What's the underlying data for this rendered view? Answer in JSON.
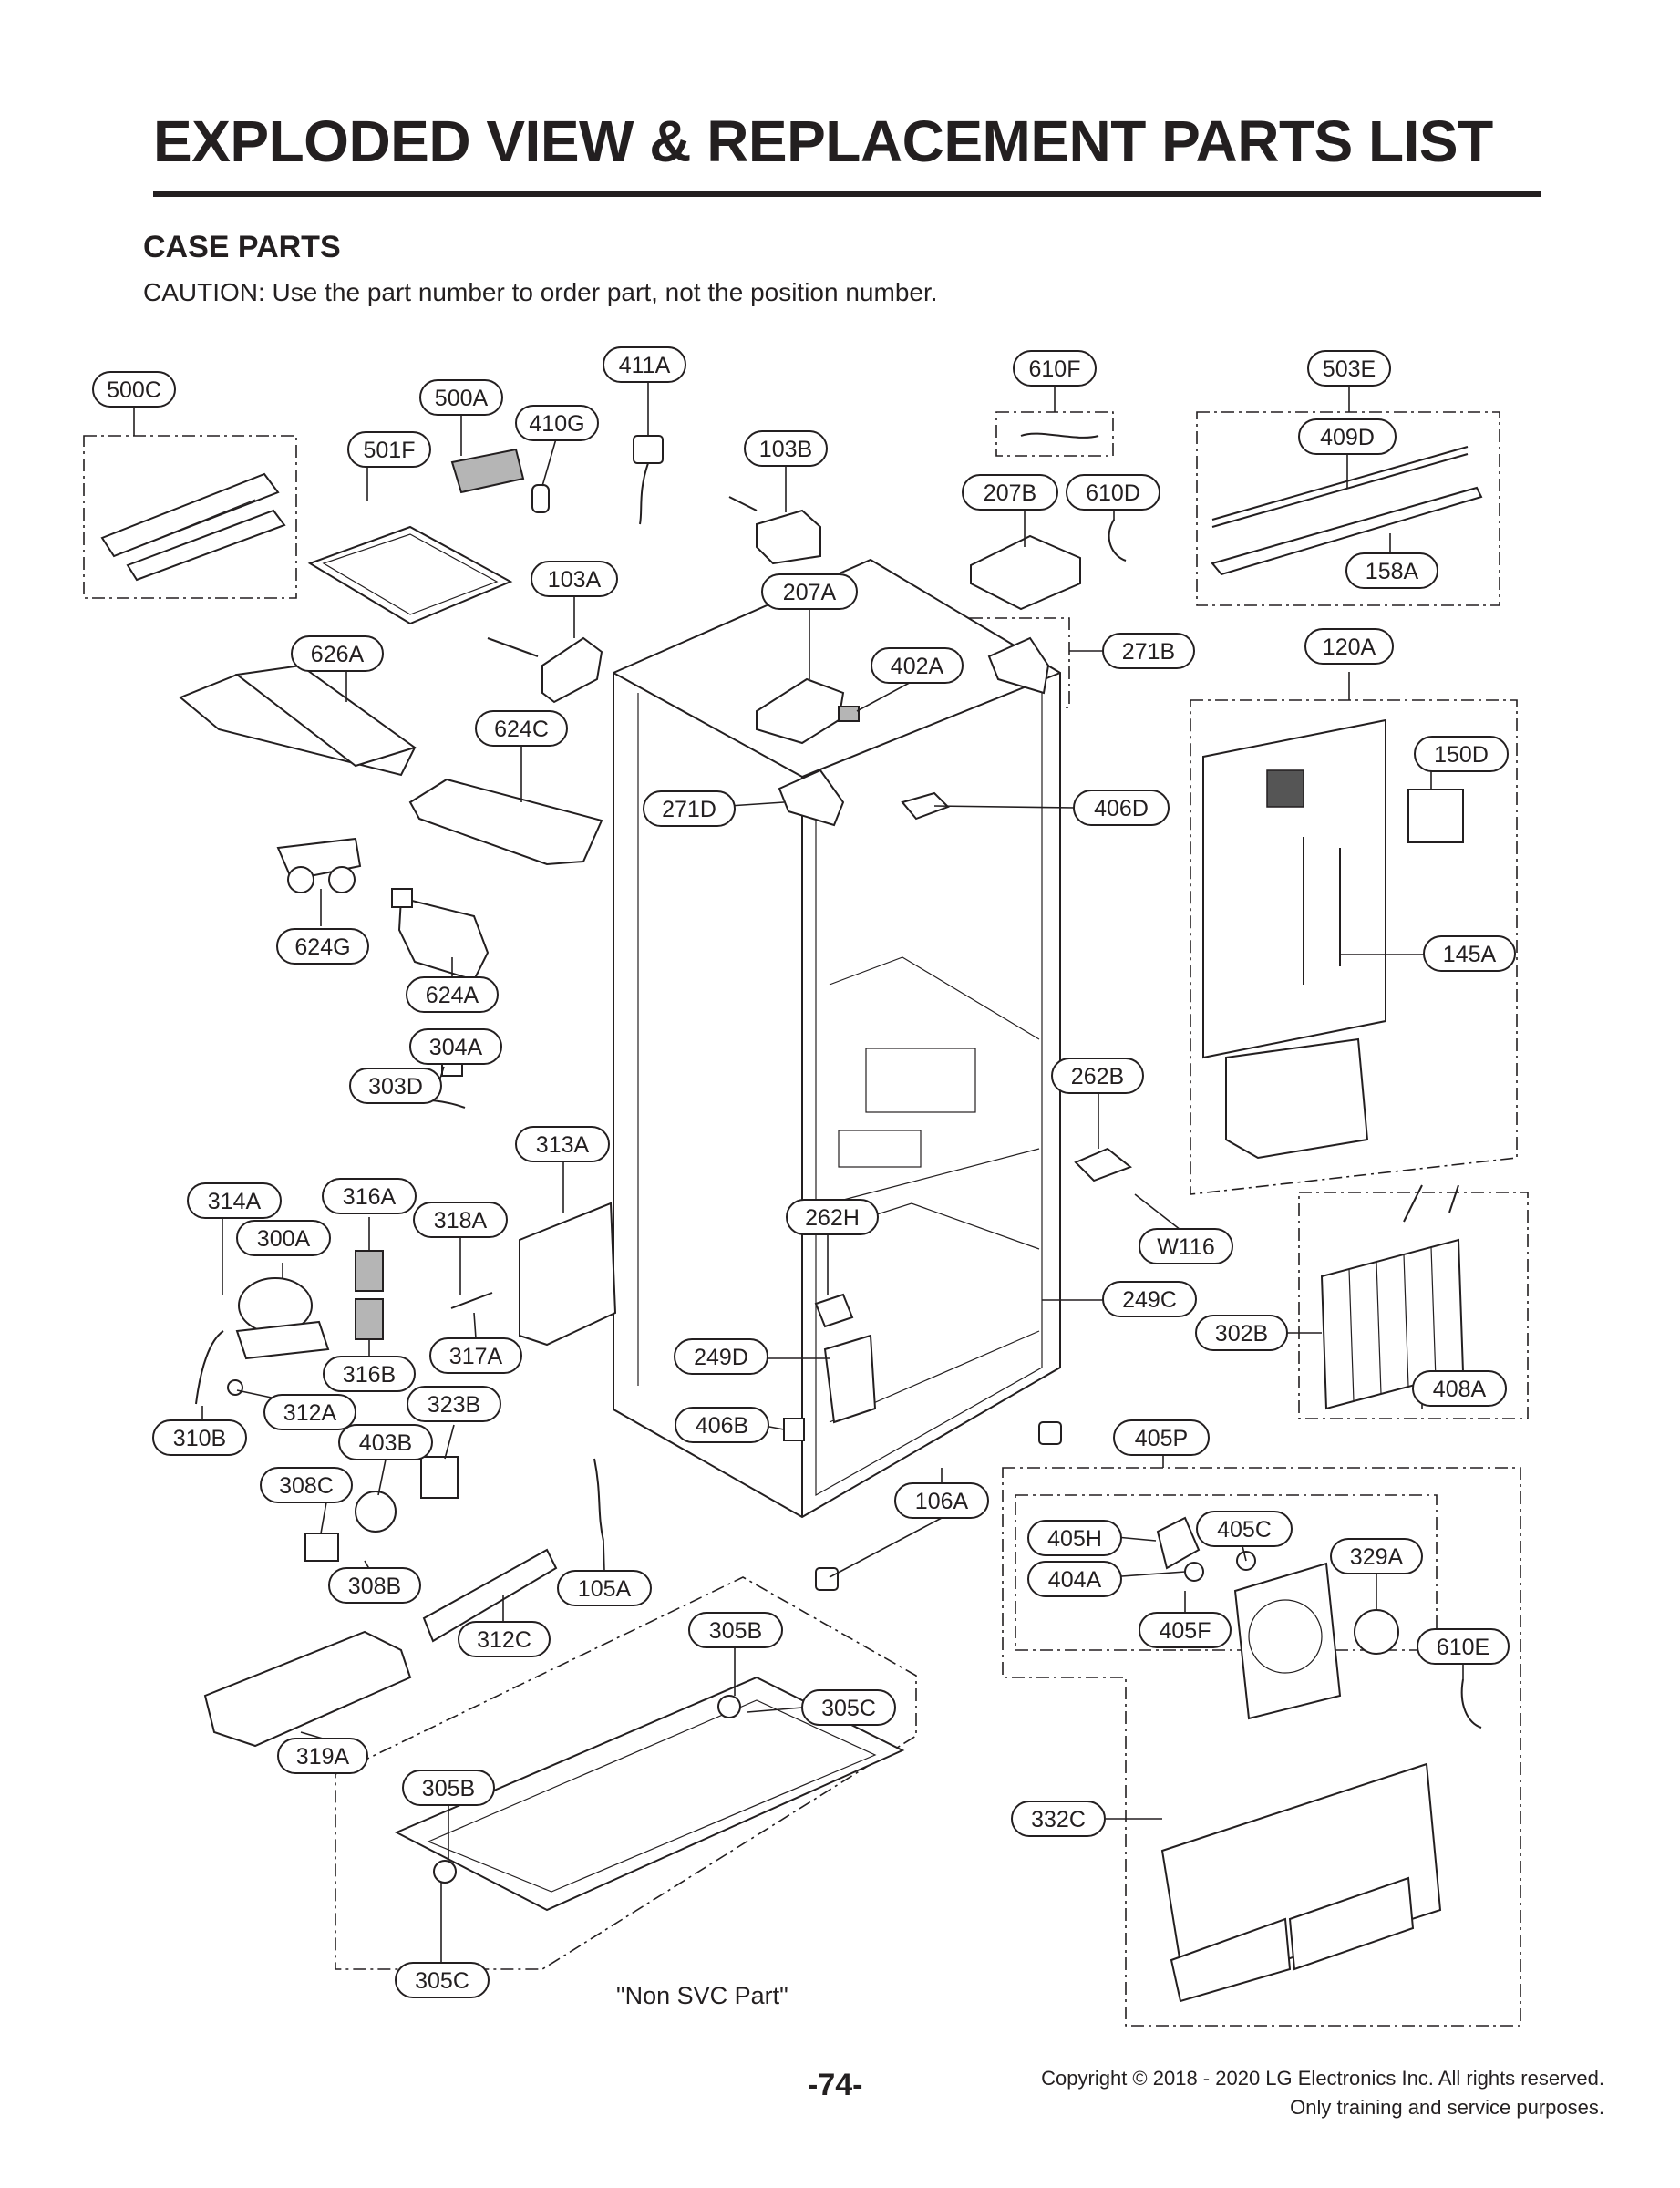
{
  "header": {
    "title": "EXPLODED VIEW & REPLACEMENT PARTS LIST",
    "section": "CASE PARTS",
    "caution": "CAUTION: Use the part number to order part, not the position number."
  },
  "callouts": [
    "500C",
    "500A",
    "410G",
    "501F",
    "411A",
    "103B",
    "610F",
    "503E",
    "409D",
    "207B",
    "610D",
    "158A",
    "103A",
    "207A",
    "402A",
    "271B",
    "120A",
    "626A",
    "624C",
    "150D",
    "271D",
    "406D",
    "624G",
    "145A",
    "624A",
    "304A",
    "303D",
    "262B",
    "313A",
    "314A",
    "316A",
    "318A",
    "262H",
    "300A",
    "W116",
    "249C",
    "302B",
    "316B",
    "317A",
    "249D",
    "408A",
    "312A",
    "323B",
    "310B",
    "403B",
    "406B",
    "405P",
    "308C",
    "106A",
    "405H",
    "405C",
    "329A",
    "404A",
    "308B",
    "105A",
    "405F",
    "312C",
    "305B",
    "305C",
    "610E",
    "319A",
    "305B",
    "332C",
    "305C"
  ],
  "annotations": {
    "non_svc": "\"Non SVC Part\""
  },
  "footer": {
    "page_number": "-74-",
    "copyright": "Copyright © 2018 - 2020 LG Electronics Inc. All rights reserved.",
    "usage": "Only training and service purposes."
  }
}
